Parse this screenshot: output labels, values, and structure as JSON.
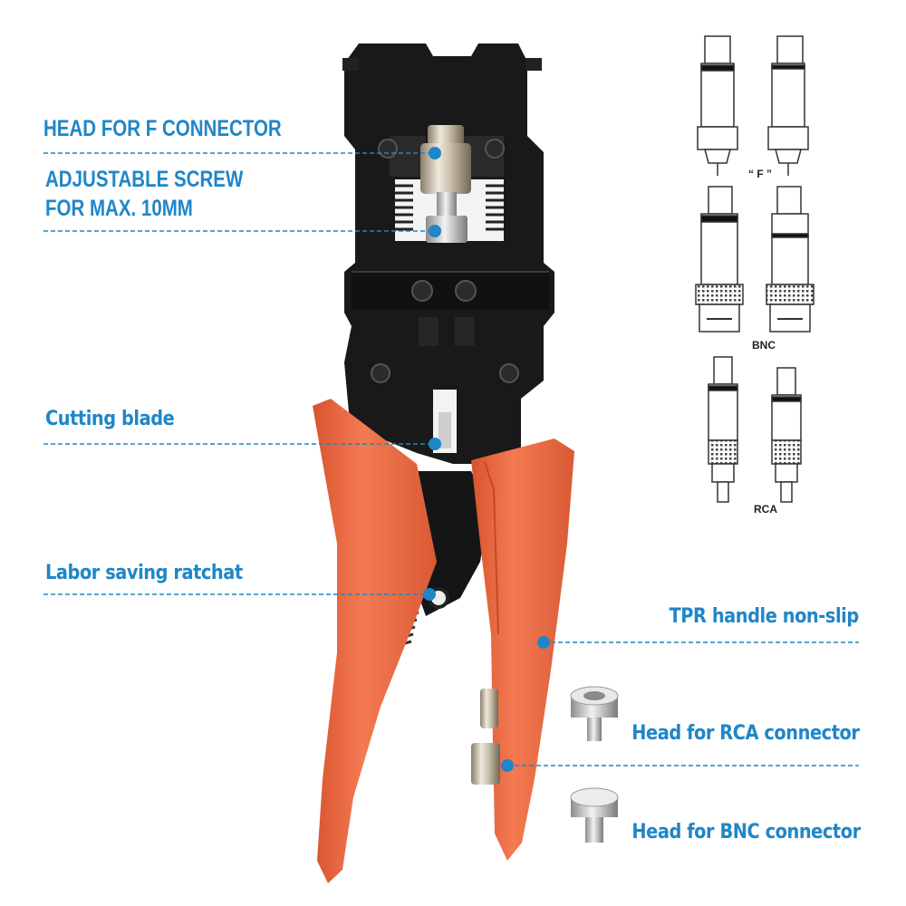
{
  "callouts": {
    "head_f": "HEAD FOR F CONNECTOR",
    "screw_line1": "ADJUSTABLE SCREW",
    "screw_line2": "FOR MAX. 10MM",
    "cutting_blade": "Cutting blade",
    "ratchet": "Labor saving ratchat",
    "tpr_handle": "TPR handle non-slip",
    "head_rca": "Head for RCA connector",
    "head_bnc": "Head for BNC connector"
  },
  "connector_types": {
    "f": "“ F ”",
    "bnc": "BNC",
    "rca": "RCA"
  },
  "colors": {
    "accent": "#1f86c8",
    "handle": "#f0714a",
    "tool_body": "#1a1a1a"
  }
}
